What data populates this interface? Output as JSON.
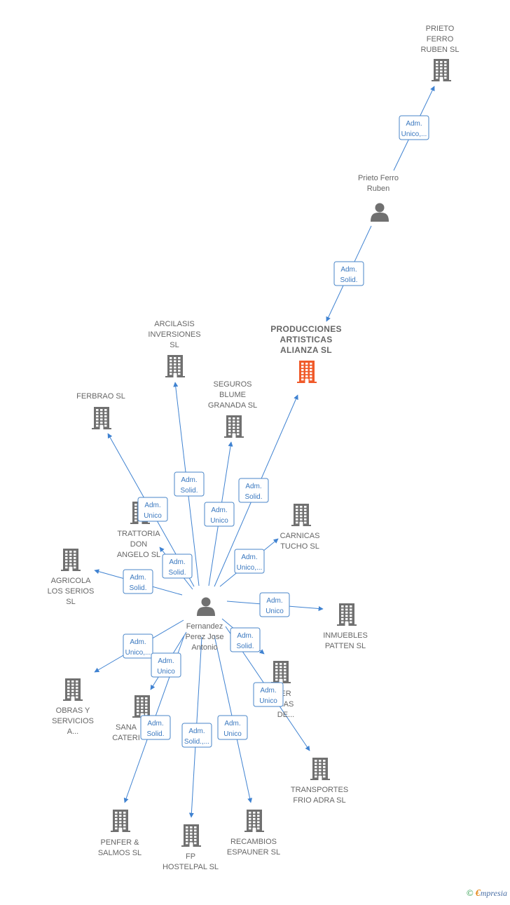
{
  "colors": {
    "edge": "#3f82d1",
    "label_border": "#4a86c8",
    "label_text": "#3a78bf",
    "company_icon": "#707070",
    "highlight_icon": "#f05a2a",
    "person_icon": "#707070",
    "node_text": "#666666"
  },
  "brand": {
    "copyright": "©",
    "e": "€",
    "rest": "mpresia"
  },
  "nodes": [
    {
      "id": "prieto_ferro_ruben_sl",
      "type": "company",
      "label": [
        "PRIETO",
        "FERRO",
        "RUBEN SL"
      ]
    },
    {
      "id": "prieto_ferro_ruben",
      "type": "person",
      "label": [
        "Prieto Ferro",
        "Ruben"
      ]
    },
    {
      "id": "producciones",
      "type": "company",
      "highlight": true,
      "label": [
        "PRODUCCIONES",
        "ARTISTICAS",
        "ALIANZA  SL"
      ]
    },
    {
      "id": "arcilasis",
      "type": "company",
      "label": [
        "ARCILASIS",
        "INVERSIONES",
        "SL"
      ]
    },
    {
      "id": "seguros",
      "type": "company",
      "label": [
        "SEGUROS",
        "BLUME",
        "GRANADA SL"
      ]
    },
    {
      "id": "ferbrao",
      "type": "company",
      "label": [
        "FERBRAO  SL"
      ]
    },
    {
      "id": "trattoria",
      "type": "company",
      "label": [
        "TRATTORIA",
        "DON",
        "ANGELO SL"
      ]
    },
    {
      "id": "carnicas",
      "type": "company",
      "label": [
        "CARNICAS",
        "TUCHO  SL"
      ]
    },
    {
      "id": "agricola",
      "type": "company",
      "label": [
        "AGRICOLA",
        "LOS SERIOS",
        "SL"
      ]
    },
    {
      "id": "fernandez",
      "type": "person",
      "label": [
        "Fernandez",
        "Perez Jose",
        "Antonio"
      ]
    },
    {
      "id": "inmuebles",
      "type": "company",
      "label": [
        "INMUEBLES",
        "PATTEN SL"
      ]
    },
    {
      "id": "obras",
      "type": "company",
      "label": [
        "OBRAS Y",
        "SERVICIOS",
        "A..."
      ]
    },
    {
      "id": "sana",
      "type": "company",
      "label": [
        "SANA",
        "CATERI"
      ]
    },
    {
      "id": "er_cas",
      "type": "company",
      "label": [
        "ER",
        "CAS",
        "DE..."
      ]
    },
    {
      "id": "transportes",
      "type": "company",
      "label": [
        "TRANSPORTES",
        "FRIO ADRA  SL"
      ]
    },
    {
      "id": "penfer",
      "type": "company",
      "label": [
        "PENFER &",
        "SALMOS SL"
      ]
    },
    {
      "id": "fp_hostelpal",
      "type": "company",
      "label": [
        "FP",
        "HOSTELPAL SL"
      ]
    },
    {
      "id": "recambios",
      "type": "company",
      "label": [
        "RECAMBIOS",
        "ESPAUNER  SL"
      ]
    }
  ],
  "edges": [
    {
      "from": "prieto_ferro_ruben",
      "to": "prieto_ferro_ruben_sl",
      "label": [
        "Adm.",
        "Unico,..."
      ]
    },
    {
      "from": "prieto_ferro_ruben",
      "to": "producciones",
      "label": [
        "Adm.",
        "Solid."
      ]
    },
    {
      "from": "fernandez",
      "to": "arcilasis",
      "label": [
        "Adm.",
        "Solid."
      ]
    },
    {
      "from": "fernandez",
      "to": "ferbrao",
      "label": [
        "Adm.",
        "Unico"
      ]
    },
    {
      "from": "fernandez",
      "to": "seguros",
      "label": [
        "Adm.",
        "Unico"
      ]
    },
    {
      "from": "fernandez",
      "to": "producciones",
      "label": [
        "Adm.",
        "Solid."
      ]
    },
    {
      "from": "fernandez",
      "to": "trattoria",
      "label": [
        "Adm.",
        "Solid."
      ]
    },
    {
      "from": "fernandez",
      "to": "carnicas",
      "label": [
        "Adm.",
        "Unico,..."
      ]
    },
    {
      "from": "fernandez",
      "to": "agricola",
      "label": [
        "Adm.",
        "Solid."
      ]
    },
    {
      "from": "fernandez",
      "to": "inmuebles",
      "label": [
        "Adm.",
        "Unico"
      ]
    },
    {
      "from": "fernandez",
      "to": "obras",
      "label": [
        "Adm.",
        "Unico,..."
      ]
    },
    {
      "from": "fernandez",
      "to": "sana",
      "label": [
        "Adm.",
        "Unico"
      ]
    },
    {
      "from": "fernandez",
      "to": "er_cas",
      "label": [
        "Adm.",
        "Solid."
      ]
    },
    {
      "from": "fernandez",
      "to": "transportes",
      "label": [
        "Adm.",
        "Unico"
      ]
    },
    {
      "from": "fernandez",
      "to": "penfer",
      "label": [
        "Adm.",
        "Solid."
      ]
    },
    {
      "from": "fernandez",
      "to": "fp_hostelpal",
      "label": [
        "Adm.",
        "Solid.,..."
      ]
    },
    {
      "from": "fernandez",
      "to": "recambios",
      "label": [
        "Adm.",
        "Unico"
      ]
    }
  ]
}
